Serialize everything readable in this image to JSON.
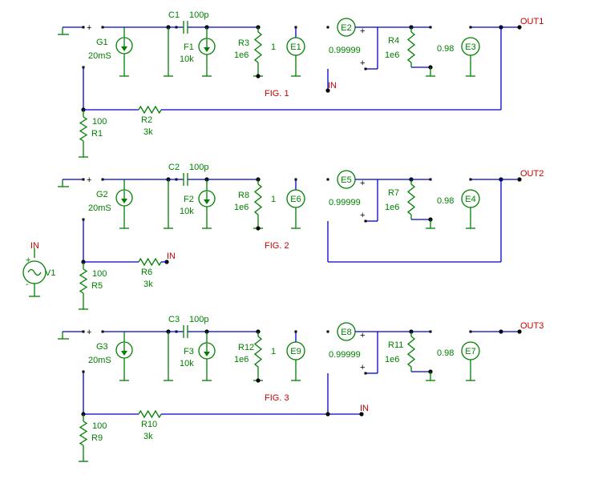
{
  "figures": [
    {
      "label": "FIG. 1",
      "g": {
        "ref": "G1",
        "val": "20mS"
      },
      "r_bottom": {
        "ref": "R1",
        "val": "100"
      },
      "r_series": {
        "ref": "R2",
        "val": "3k"
      },
      "c": {
        "ref": "C1",
        "val": "100p"
      },
      "f": {
        "ref": "F1",
        "val": "10k"
      },
      "r_mid": {
        "ref": "R3",
        "val": "1e6"
      },
      "gain1": "1",
      "e_a": "E1",
      "e_b": "E2",
      "gain2": "0.99999",
      "r_right": {
        "ref": "R4",
        "val": "1e6"
      },
      "gain3": "0.98",
      "e_c": "E3",
      "out": "OUT1",
      "in_label": "IN"
    },
    {
      "label": "FIG. 2",
      "g": {
        "ref": "G2",
        "val": "20mS"
      },
      "r_bottom": {
        "ref": "R5",
        "val": "100"
      },
      "r_series": {
        "ref": "R6",
        "val": "3k"
      },
      "c": {
        "ref": "C2",
        "val": "100p"
      },
      "f": {
        "ref": "F2",
        "val": "10k"
      },
      "r_mid": {
        "ref": "R8",
        "val": "1e6"
      },
      "gain1": "1",
      "e_a": "E6",
      "e_b": "E5",
      "gain2": "0.99999",
      "r_right": {
        "ref": "R7",
        "val": "1e6"
      },
      "gain3": "0.98",
      "e_c": "E4",
      "out": "OUT2",
      "in_label": "IN"
    },
    {
      "label": "FIG. 3",
      "g": {
        "ref": "G3",
        "val": "20mS"
      },
      "r_bottom": {
        "ref": "R9",
        "val": "100"
      },
      "r_series": {
        "ref": "R10",
        "val": "3k"
      },
      "c": {
        "ref": "C3",
        "val": "100p"
      },
      "f": {
        "ref": "F3",
        "val": "10k"
      },
      "r_mid": {
        "ref": "R12",
        "val": "1e6"
      },
      "gain1": "1",
      "e_a": "E9",
      "e_b": "E8",
      "gain2": "0.99999",
      "r_right": {
        "ref": "R11",
        "val": "1e6"
      },
      "gain3": "0.98",
      "e_c": "E7",
      "out": "OUT3",
      "in_label": "IN"
    }
  ],
  "source": {
    "ref": "V1",
    "in_label": "IN"
  },
  "colors": {
    "wire": "#0000c8",
    "component": "#008000",
    "label": "#c80000"
  }
}
